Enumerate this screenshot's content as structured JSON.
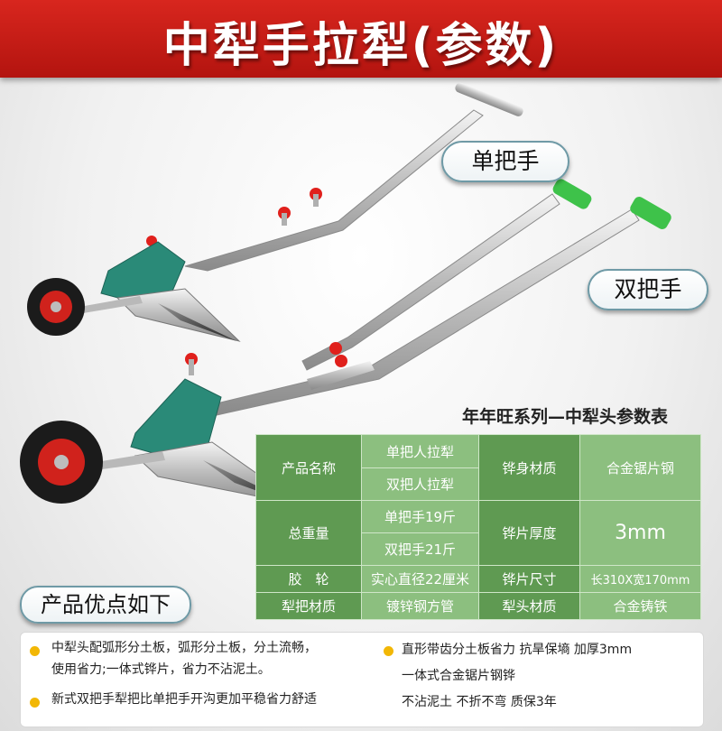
{
  "banner": {
    "title": "中犁手拉犁(参数)"
  },
  "labels": {
    "single_handle": "单把手",
    "double_handle": "双把手"
  },
  "table": {
    "title": "年年旺系列—中犁头参数表",
    "rows": [
      {
        "label": "产品名称",
        "values": [
          "单把人拉犁",
          "双把人拉犁"
        ],
        "label2": "铧身材质",
        "value2": "合金锯片钢"
      },
      {
        "label": "总重量",
        "values": [
          "单把手19斤",
          "双把手21斤"
        ],
        "label2": "铧片厚度",
        "value2": "3mm"
      },
      {
        "label": "胶　轮",
        "value": "实心直径22厘米",
        "label2": "铧片尺寸",
        "value2": "长310X宽170mm"
      },
      {
        "label": "犁把材质",
        "value": "镀锌钢方管",
        "label2": "犁头材质",
        "value2": "合金铸铁"
      }
    ]
  },
  "advantages": {
    "title": "产品优点如下",
    "left": [
      {
        "lines": [
          "中犁头配弧形分土板，弧形分土板，分土流畅，",
          "使用省力;一体式铧片，省力不沾泥土。"
        ]
      },
      {
        "lines": [
          "新式双把手犁把比单把手开沟更加平稳省力舒适"
        ]
      }
    ],
    "right": {
      "lines": [
        "直形带齿分土板省力 抗旱保墒 加厚3mm",
        "一体式合金锯片钢铧",
        "不沾泥土 不折不弯 质保3年"
      ]
    }
  },
  "colors": {
    "banner": "#c81e17",
    "table_label": "#5f9a52",
    "table_value": "#8cbf7f",
    "bullet": "#f2b705",
    "grip": "#3ec24a"
  }
}
